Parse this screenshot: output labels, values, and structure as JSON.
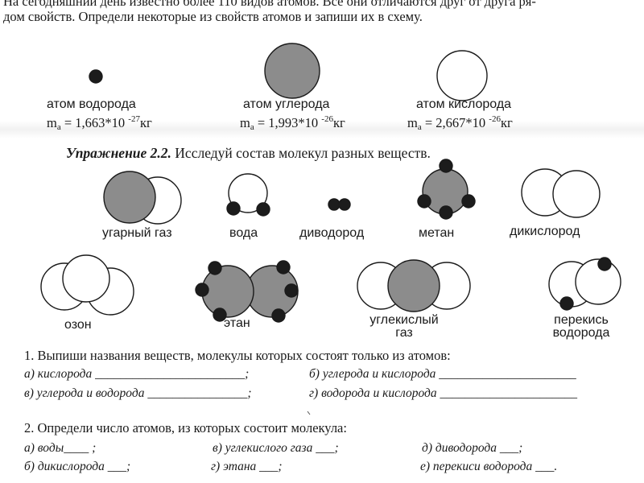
{
  "intro": {
    "line1": "На сегодняшний день известно более 110 видов атомов. Все они отличаются друг от друга ря-",
    "line2": "дом свойств. Определи некоторые из свойств атомов и запиши их в схему."
  },
  "atoms": [
    {
      "label": "атом водорода",
      "mass_prefix": "m",
      "mass_sub": "a",
      "mass_value": " = 1,663*10 ",
      "mass_exp": "-27",
      "mass_unit": "кг"
    },
    {
      "label": "атом углерода",
      "mass_prefix": "m",
      "mass_sub": "a",
      "mass_value": " = 1,993*10 ",
      "mass_exp": "-26",
      "mass_unit": "кг"
    },
    {
      "label": "атом кислорода",
      "mass_prefix": "m",
      "mass_sub": "a",
      "mass_value": " = 2,667*10 ",
      "mass_exp": "-26",
      "mass_unit": "кг"
    }
  ],
  "exercise": {
    "title": "Упражнение 2.2.",
    "text": " Исследуй состав молекул разных веществ."
  },
  "molecules": [
    {
      "label": "угарный газ"
    },
    {
      "label": "вода"
    },
    {
      "label": "диводород"
    },
    {
      "label": "метан"
    },
    {
      "label": "дикислород"
    },
    {
      "label": "озон"
    },
    {
      "label": "этан"
    },
    {
      "label_line1": "углекислый",
      "label_line2": "газ"
    },
    {
      "label_line1": "перекись",
      "label_line2": "водорода"
    }
  ],
  "question1": {
    "text": "1. Выпиши названия веществ, молекулы которых состоят только из атомов:",
    "a": "а)  кислорода ________________________;",
    "b": "б) углерода и кислорода ______________________",
    "c": "в) углерода и водорода ________________;",
    "d": "г)  водорода и кислорода ______________________"
  },
  "question2": {
    "text": "2. Определи число атомов, из которых состоит молекула:",
    "a": "а) воды____ ;",
    "v": "в) углекислого газа ___;",
    "d": "д) диводорода ___;",
    "b": "б) дикислорода ___;",
    "g": "г) этана ___;",
    "e": "е) перекиси водорода ___."
  },
  "colors": {
    "carbon_fill": "#8c8c8c",
    "hydrogen_fill": "#1c1c1c",
    "oxygen_fill": "#ffffff",
    "ink": "#1a1a1a"
  }
}
